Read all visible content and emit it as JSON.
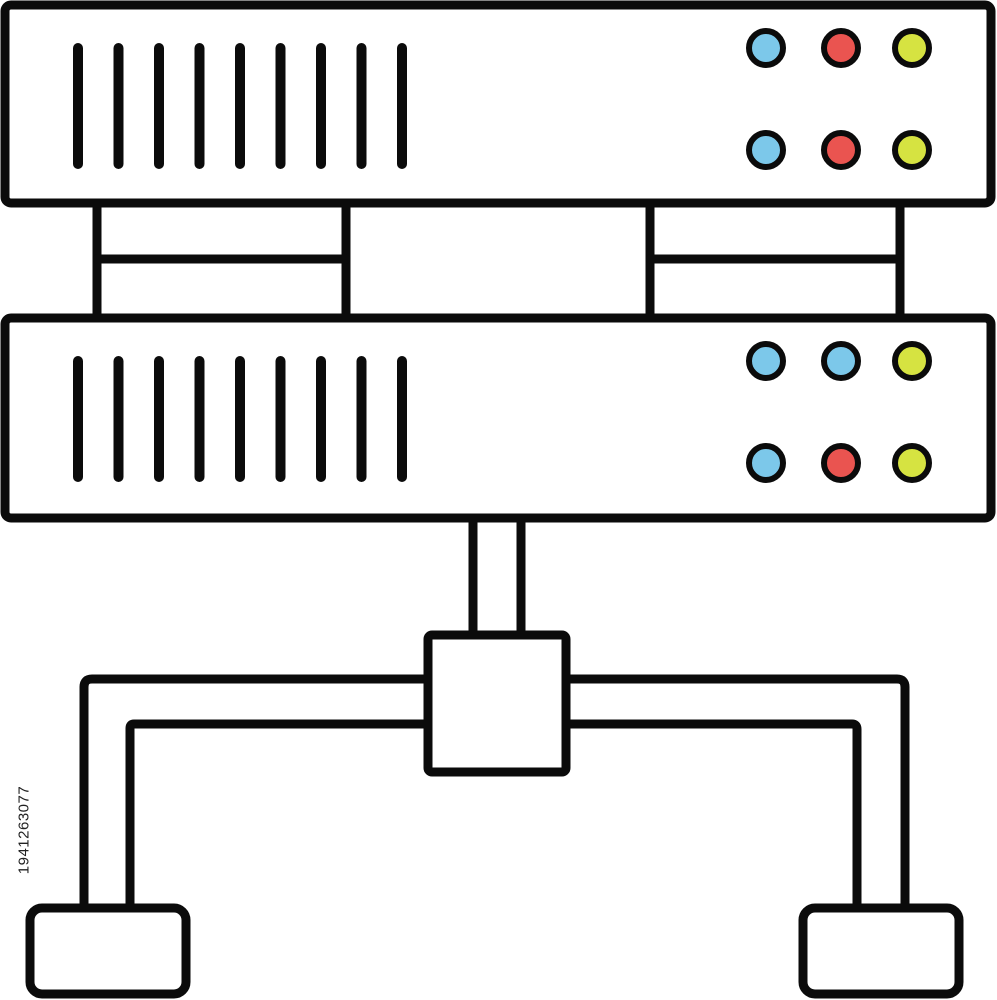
{
  "watermark": {
    "stock_id": "1941263077"
  },
  "colors": {
    "outline": "#0b0b0b",
    "panel_fill": "#ffffff",
    "led_blue": "#7cc8ea",
    "led_red": "#ea5450",
    "led_yellow": "#d6e341"
  },
  "servers": [
    {
      "name": "server-unit-top",
      "vent_count": 9,
      "leds": [
        [
          "blue",
          "red",
          "yellow"
        ],
        [
          "blue",
          "red",
          "yellow"
        ]
      ]
    },
    {
      "name": "server-unit-bottom",
      "vent_count": 9,
      "leds": [
        [
          "blue",
          "blue",
          "yellow"
        ],
        [
          "blue",
          "red",
          "yellow"
        ]
      ]
    }
  ],
  "network": {
    "hub": "network-hub-node",
    "endpoints": [
      "network-node-left",
      "network-node-right"
    ]
  }
}
